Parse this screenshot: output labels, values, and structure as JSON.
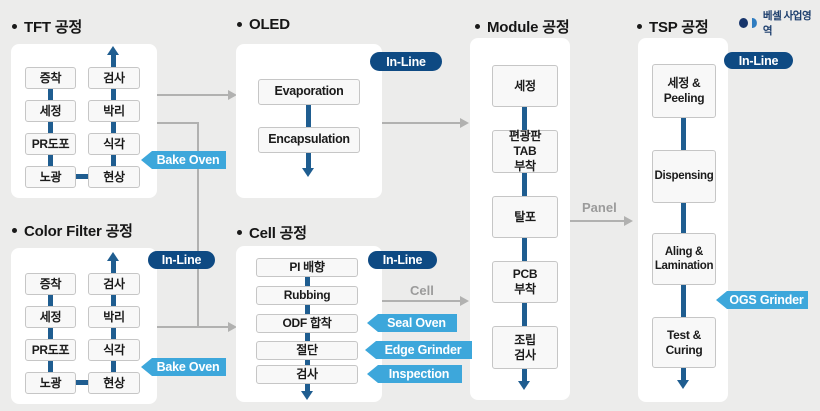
{
  "logo": {
    "text": "베셀 사업영역"
  },
  "labels": {
    "inline": "In-Line",
    "bake_oven": "Bake Oven"
  },
  "connectors": {
    "cell_label": "Cell",
    "panel_label": "Panel"
  },
  "colors": {
    "background": "#ececeb",
    "panel": "#ffffff",
    "accent_navy": "#0e4a83",
    "accent_blue": "#3da7db",
    "flow_blue": "#1f5d90",
    "connector_gray": "#b1b1b0"
  },
  "sections": {
    "tft": {
      "title": "TFT 공정",
      "left_steps": [
        "증착",
        "세정",
        "PR도포",
        "노광"
      ],
      "right_steps": [
        "검사",
        "박리",
        "식각",
        "현상"
      ],
      "badge_bake_oven": "Bake Oven"
    },
    "color_filter": {
      "title": "Color Filter 공정",
      "left_steps": [
        "증착",
        "세정",
        "PR도포",
        "노광"
      ],
      "right_steps": [
        "검사",
        "박리",
        "식각",
        "현상"
      ],
      "badge_inline": "In-Line",
      "badge_bake_oven": "Bake Oven"
    },
    "oled": {
      "title": "OLED",
      "badge_inline": "In-Line",
      "steps": [
        "Evaporation",
        "Encapsulation"
      ]
    },
    "cell": {
      "title": "Cell 공정",
      "badge_inline": "In-Line",
      "steps": [
        "PI 배향",
        "Rubbing",
        "ODF 합착",
        "절단",
        "검사"
      ],
      "side_badges": [
        "Seal Oven",
        "Edge Grinder",
        "Inspection"
      ]
    },
    "module": {
      "title": "Module 공정",
      "steps": [
        "세정",
        "편광판\nTAB\n부착",
        "탈포",
        "PCB\n부착",
        "조립\n검사"
      ]
    },
    "tsp": {
      "title": "TSP 공정",
      "badge_inline": "In-Line",
      "badge_ogs": "OGS Grinder",
      "steps": [
        "세정 &\nPeeling",
        "Dispensing",
        "Aling &\nLamination",
        "Test &\nCuring"
      ]
    }
  }
}
